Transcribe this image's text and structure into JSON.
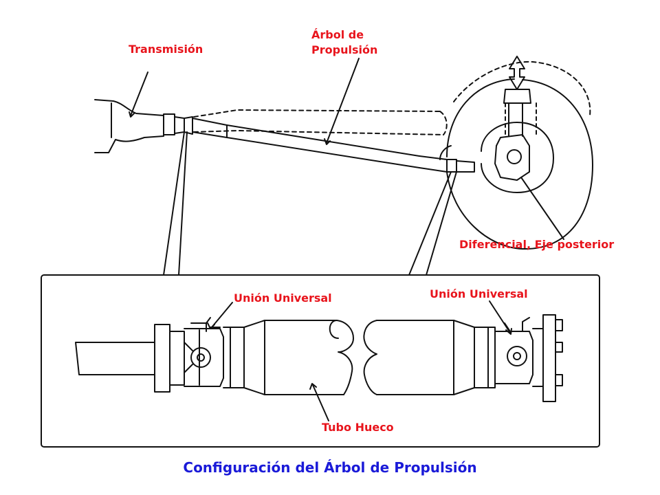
{
  "labels": {
    "transmision": "Transmisión",
    "arbol_line1": "Árbol de",
    "arbol_line2": "Propulsión",
    "diferencial": "Diferencial, Eje posterior",
    "union_left": "Unión Universal",
    "union_right": "Unión Universal",
    "tubo": "Tubo Hueco"
  },
  "title": "Configuración del Árbol de Propulsión",
  "colors": {
    "label": "#e8141c",
    "title": "#1a1ad8",
    "line": "#111111"
  }
}
